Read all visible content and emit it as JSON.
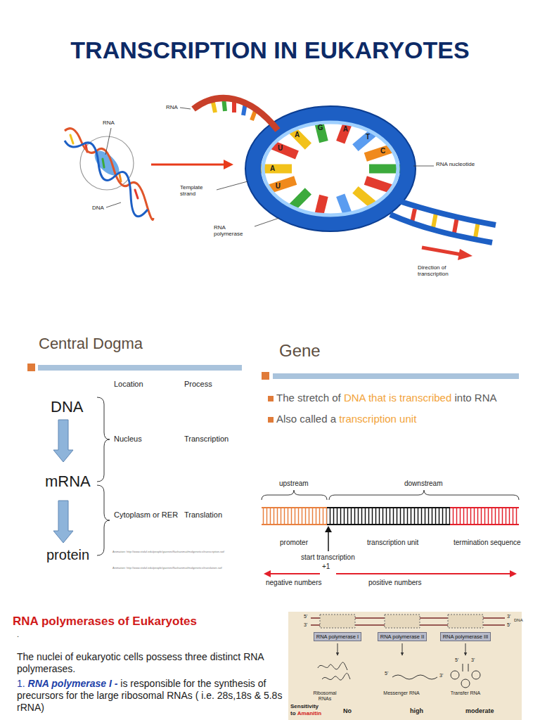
{
  "diagram": {
    "title": "TRANSCRIPTION IN EUKARYOTES",
    "nodes": [
      {
        "text": [
          "RNA polymerase I"
        ]
      },
      {
        "text": [
          "RNA polymerase II"
        ]
      },
      {
        "text": [
          "RNA polymerase III"
        ]
      }
    ],
    "labels": [
      "RNA",
      "DNA",
      "RNA",
      "Template strand",
      "RNA polymerase",
      "RNA nucleotide",
      "Direction of transcription",
      "A",
      "G",
      "A",
      "T",
      "C",
      "U",
      "A",
      "U",
      "Central Dogma",
      "Location",
      "Process",
      "DNA",
      "Nucleus",
      "Transcription",
      "mRNA",
      "Cytoplasm or RER",
      "Translation",
      "protein",
      "Animation: http://www.stolaf.edu/people/giannini/flashanimat/molgenetics/transcription.swf",
      "Animation: http://www.stolaf.edu/people/giannini/flashanimat/molgenetics/translation.swf",
      "Gene",
      "The stretch of",
      "DNA that is transcribed",
      "into RNA",
      "Also called a",
      "transcription unit",
      "upstream",
      "downstream",
      "promoter",
      "transcription unit",
      "termination sequence",
      "start transcription",
      "+1",
      "negative numbers",
      "positive numbers",
      "RNA polymerases of Eukaryotes",
      ".",
      "The nuclei of eukaryotic cells possess three distinct RNA polymerases.",
      "1.",
      "RNA polymerase I -",
      "is responsible for the synthesis of precursors for the large ribosomal RNAs ( i.e. 28s,18s & 5.8s rRNA)",
      "5'",
      "3'",
      "3'",
      "5'",
      "DNA",
      "Ribosomal RNAs",
      "5'",
      "3'",
      "Messenger RNA",
      "5'",
      "3'",
      "Transfer RNA",
      "Sensitivity to",
      "Amanitin",
      "No",
      "high",
      "moderate"
    ]
  }
}
